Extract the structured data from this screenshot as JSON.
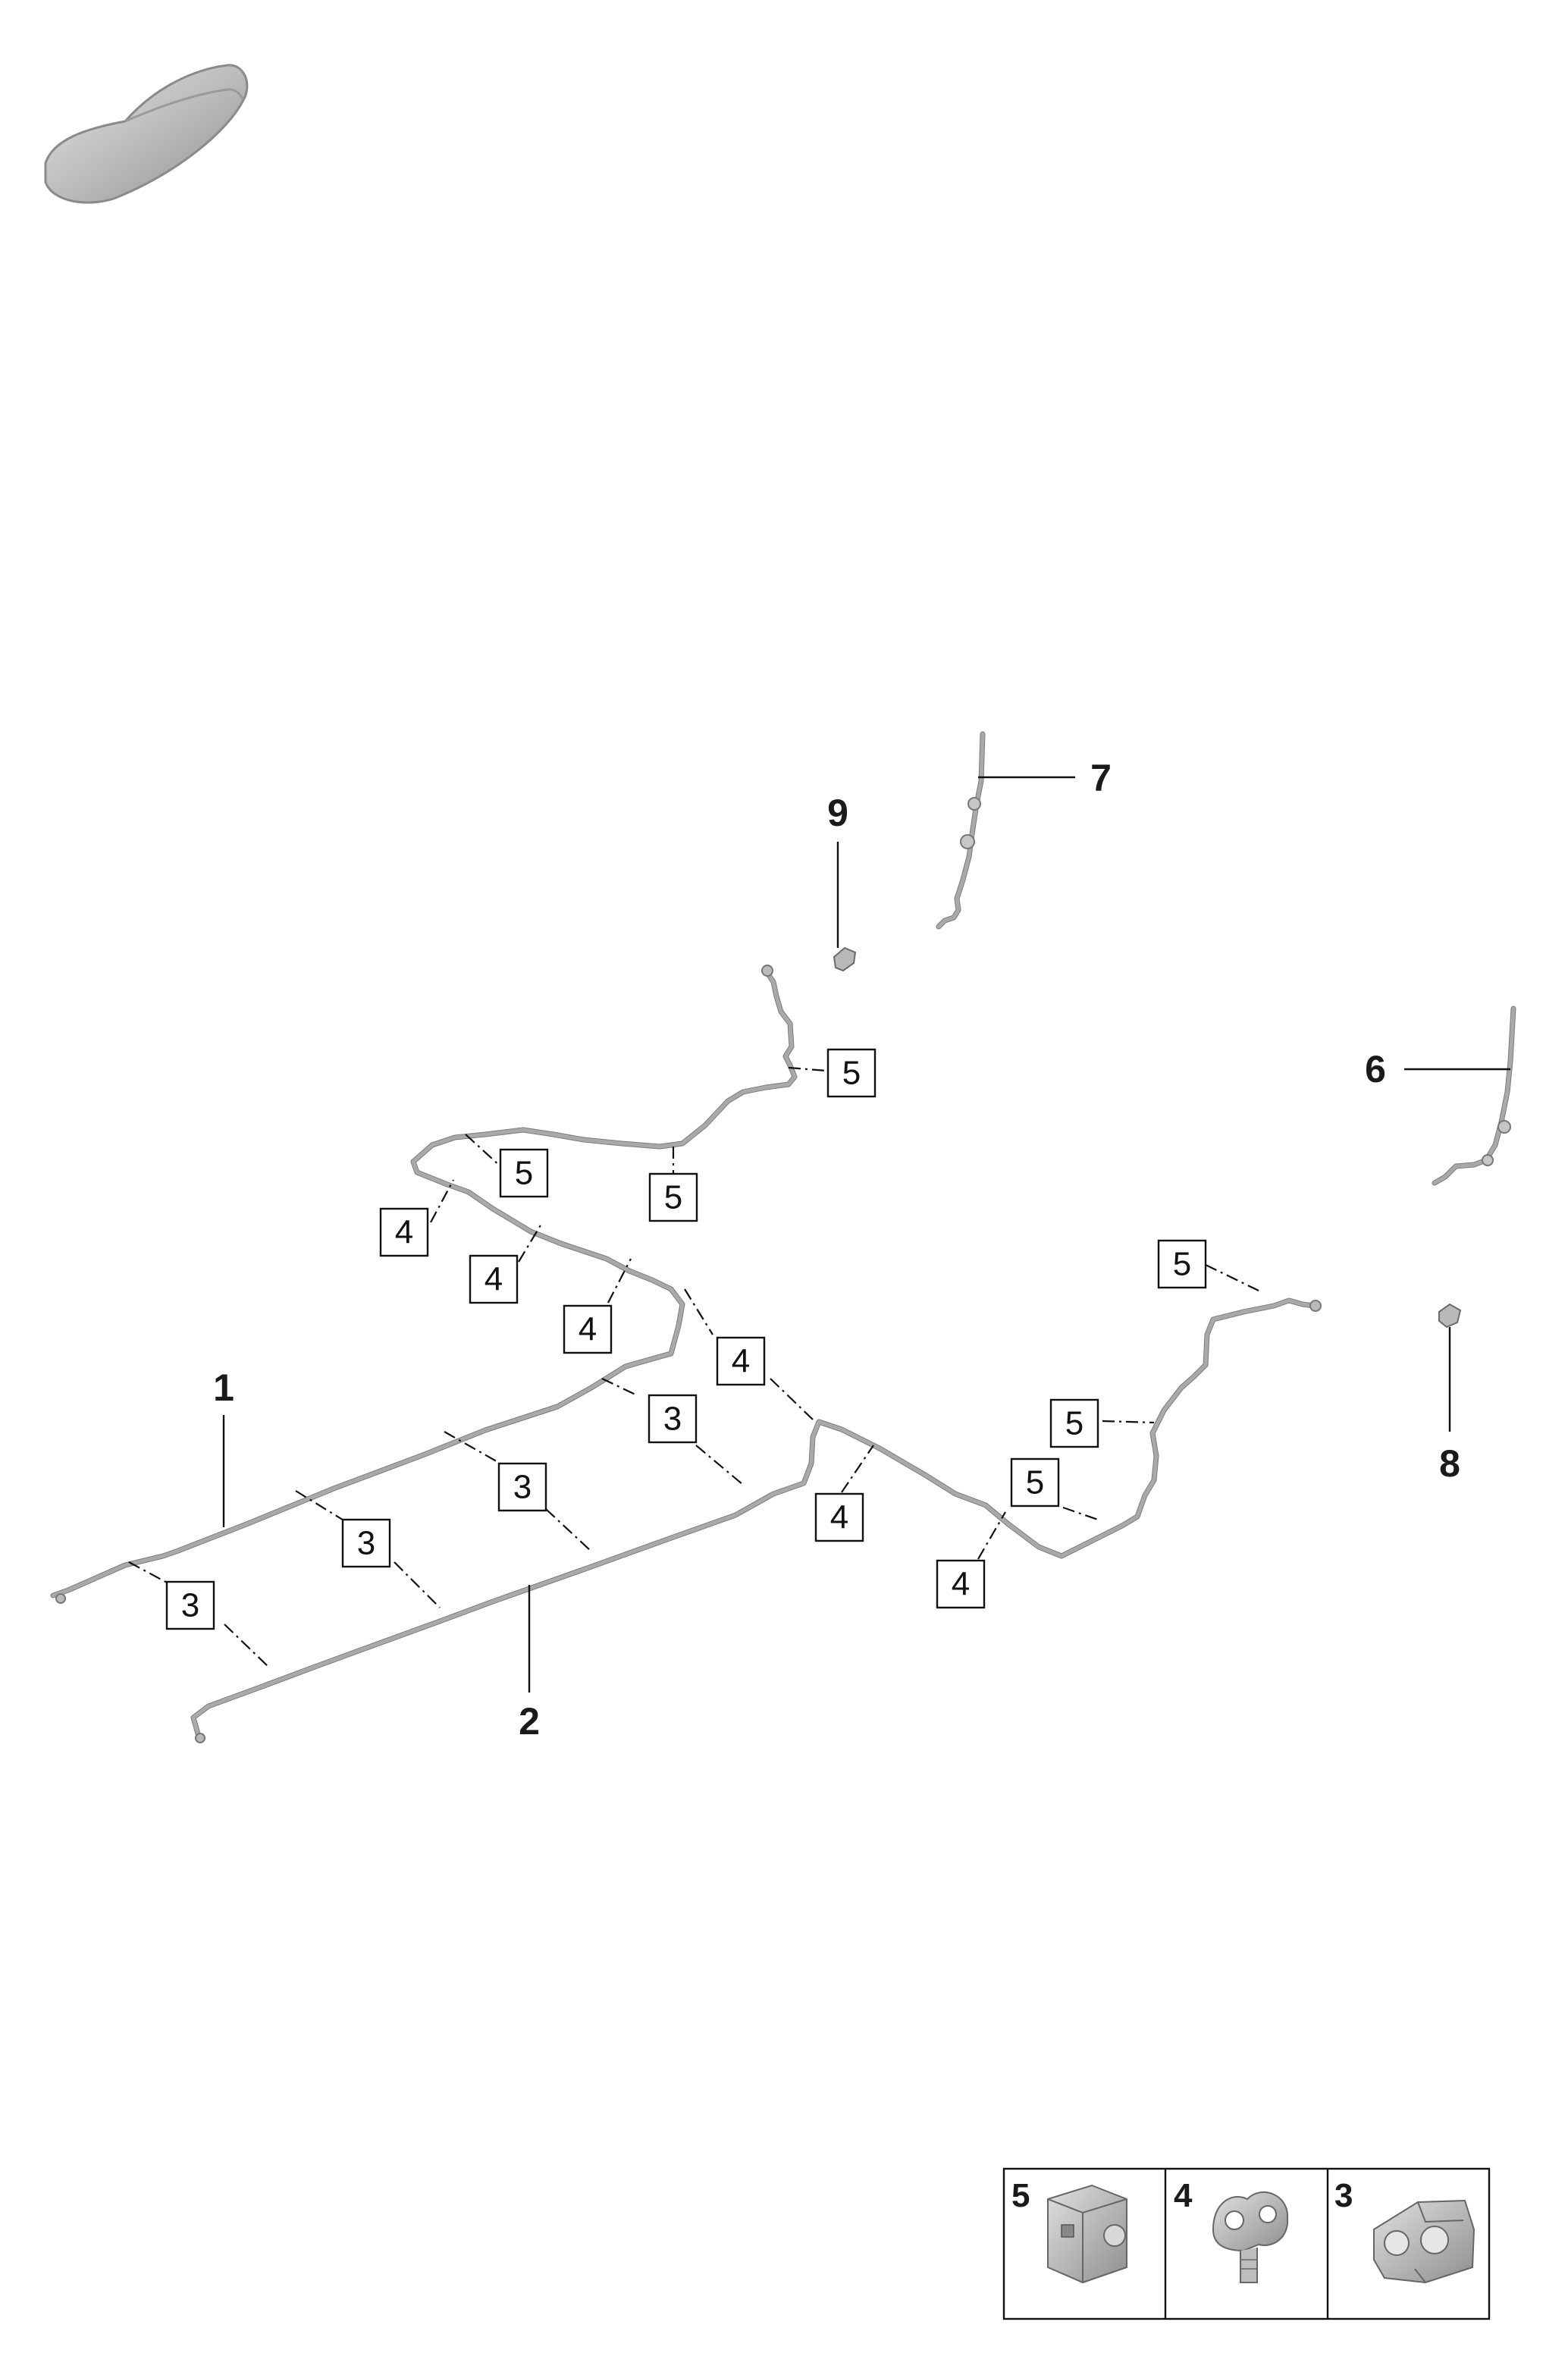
{
  "labels": {
    "part_1": "1",
    "part_2": "2",
    "part_6": "6",
    "part_7": "7",
    "part_8": "8",
    "part_9": "9"
  },
  "callouts": {
    "c5_a": "5",
    "c5_b": "5",
    "c5_c": "5",
    "c5_d": "5",
    "c5_e": "5",
    "c5_f": "5",
    "c4_a": "4",
    "c4_b": "4",
    "c4_c": "4",
    "c4_d": "4",
    "c4_e": "4",
    "c4_f": "4",
    "c3_a": "3",
    "c3_b": "3",
    "c3_c": "3",
    "c3_d": "3"
  },
  "legend": {
    "item_5": "5",
    "item_4": "4",
    "item_3": "3"
  }
}
